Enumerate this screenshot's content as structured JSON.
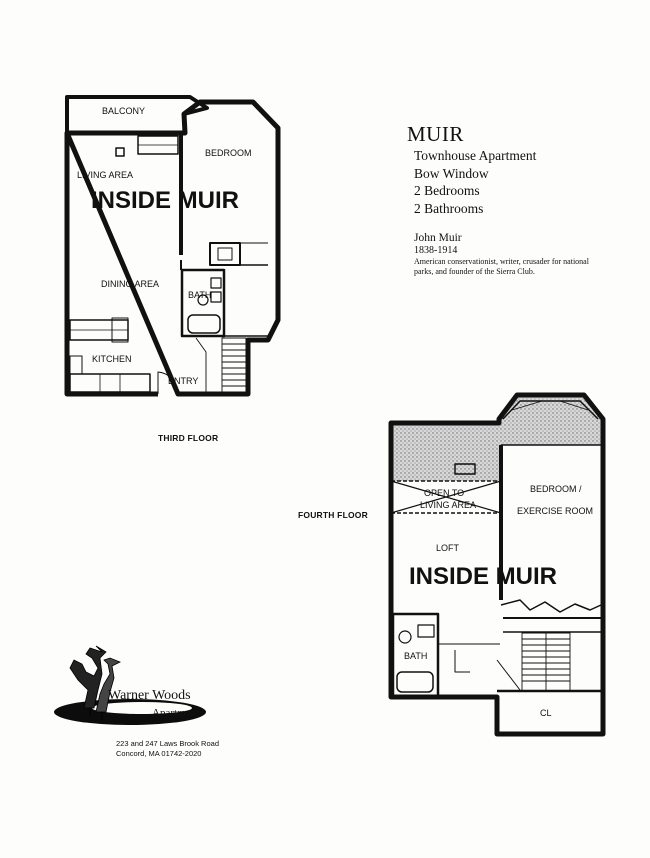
{
  "header": {
    "title": "MUIR",
    "details": [
      "Townhouse Apartment",
      "Bow Window",
      "2 Bedrooms",
      "2 Bathrooms"
    ]
  },
  "bio": {
    "name": "John Muir",
    "years": "1838-1914",
    "description": "American conservationist, writer, crusader for national parks, and founder of the Sierra Club."
  },
  "third_floor": {
    "caption": "THIRD FLOOR",
    "watermark": "INSIDE MUIR",
    "rooms": {
      "balcony": "BALCONY",
      "living": "LIVING AREA",
      "bedroom": "BEDROOM",
      "dining": "DINING AREA",
      "bath": "BATH",
      "kitchen": "KITCHEN",
      "entry": "ENTRY"
    }
  },
  "fourth_floor": {
    "caption": "FOURTH FLOOR",
    "watermark": "INSIDE MUIR",
    "rooms": {
      "open_line1": "OPEN TO",
      "open_line2": "LIVING AREA",
      "bedroom_line1": "BEDROOM /",
      "bedroom_line2": "EXERCISE ROOM",
      "loft": "LOFT",
      "bath": "BATH",
      "closet": "CL"
    }
  },
  "logo": {
    "line1": "Warner Woods",
    "line2": "Apartments",
    "icon": "heron-icon"
  },
  "address": {
    "line1": "223 and 247 Laws Brook Road",
    "line2": "Concord, MA 01742-2020"
  }
}
